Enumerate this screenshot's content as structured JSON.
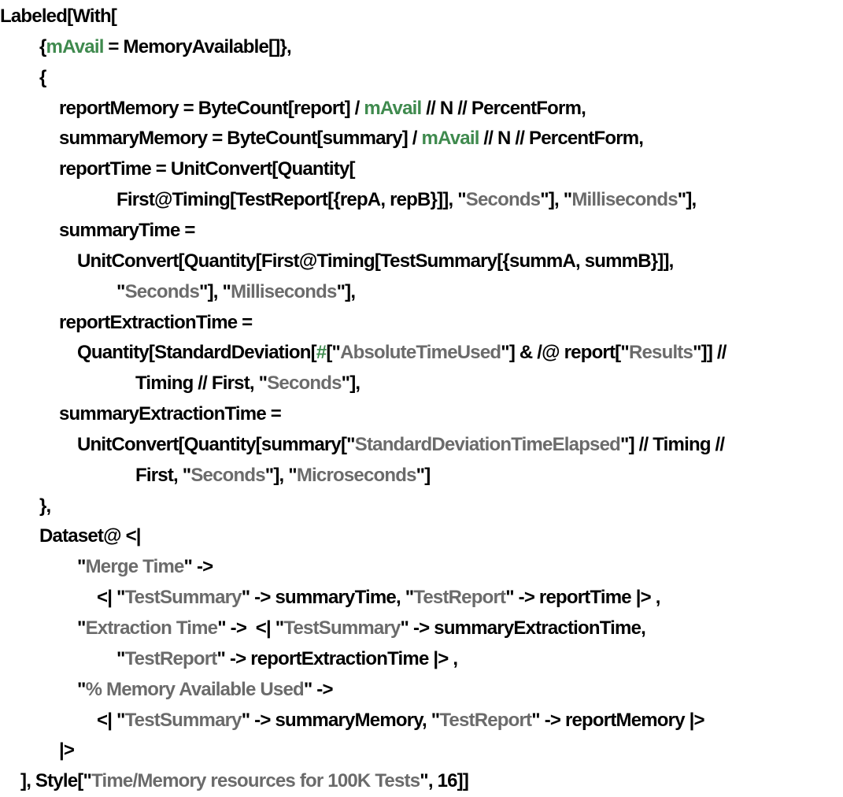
{
  "colors": {
    "local_variable": "#3f8a4e",
    "string": "#6b6b6b",
    "plain": "#000000"
  },
  "code_lines": [
    {
      "indent": 0,
      "segments": [
        {
          "t": "plain",
          "s": "Labeled[With["
        }
      ]
    },
    {
      "indent": 2,
      "segments": [
        {
          "t": "plain",
          "s": "{"
        },
        {
          "t": "green",
          "s": "mAvail"
        },
        {
          "t": "plain",
          "s": " = MemoryAvailable[]},"
        }
      ]
    },
    {
      "indent": 2,
      "segments": [
        {
          "t": "plain",
          "s": "{"
        }
      ]
    },
    {
      "indent": 3,
      "segments": [
        {
          "t": "plain",
          "s": "reportMemory = ByteCount[report] / "
        },
        {
          "t": "green",
          "s": "mAvail"
        },
        {
          "t": "plain",
          "s": " // N // PercentForm,"
        }
      ]
    },
    {
      "indent": 3,
      "segments": [
        {
          "t": "plain",
          "s": "summaryMemory = ByteCount[summary] / "
        },
        {
          "t": "green",
          "s": "mAvail"
        },
        {
          "t": "plain",
          "s": " // N // PercentForm,"
        }
      ]
    },
    {
      "indent": 3,
      "segments": [
        {
          "t": "plain",
          "s": "reportTime = UnitConvert[Quantity["
        }
      ]
    },
    {
      "indent": 6,
      "segments": [
        {
          "t": "plain",
          "s": "First@Timing[TestReport[{repA, repB}]], \""
        },
        {
          "t": "string",
          "s": "Seconds"
        },
        {
          "t": "plain",
          "s": "\"], \""
        },
        {
          "t": "string",
          "s": "Milliseconds"
        },
        {
          "t": "plain",
          "s": "\"],"
        }
      ]
    },
    {
      "indent": 3,
      "segments": [
        {
          "t": "plain",
          "s": "summaryTime ="
        }
      ]
    },
    {
      "indent": 4,
      "segments": [
        {
          "t": "plain",
          "s": "UnitConvert[Quantity[First@Timing[TestSummary[{summA, summB}]],"
        }
      ]
    },
    {
      "indent": 6,
      "segments": [
        {
          "t": "plain",
          "s": "\""
        },
        {
          "t": "string",
          "s": "Seconds"
        },
        {
          "t": "plain",
          "s": "\"], \""
        },
        {
          "t": "string",
          "s": "Milliseconds"
        },
        {
          "t": "plain",
          "s": "\"],"
        }
      ]
    },
    {
      "indent": 3,
      "segments": [
        {
          "t": "plain",
          "s": "reportExtractionTime ="
        }
      ]
    },
    {
      "indent": 4,
      "segments": [
        {
          "t": "plain",
          "s": "Quantity[StandardDeviation["
        },
        {
          "t": "green",
          "s": "#"
        },
        {
          "t": "plain",
          "s": "[\""
        },
        {
          "t": "string",
          "s": "AbsoluteTimeUsed"
        },
        {
          "t": "plain",
          "s": "\"] & /@ report[\""
        },
        {
          "t": "string",
          "s": "Results"
        },
        {
          "t": "plain",
          "s": "\"]] //"
        }
      ]
    },
    {
      "indent": 7,
      "segments": [
        {
          "t": "plain",
          "s": "Timing // First, \""
        },
        {
          "t": "string",
          "s": "Seconds"
        },
        {
          "t": "plain",
          "s": "\"],"
        }
      ]
    },
    {
      "indent": 3,
      "segments": [
        {
          "t": "plain",
          "s": "summaryExtractionTime ="
        }
      ]
    },
    {
      "indent": 4,
      "segments": [
        {
          "t": "plain",
          "s": "UnitConvert[Quantity[summary[\""
        },
        {
          "t": "string",
          "s": "StandardDeviationTimeElapsed"
        },
        {
          "t": "plain",
          "s": "\"] // Timing //"
        }
      ]
    },
    {
      "indent": 7,
      "segments": [
        {
          "t": "plain",
          "s": "First, \""
        },
        {
          "t": "string",
          "s": "Seconds"
        },
        {
          "t": "plain",
          "s": "\"], \""
        },
        {
          "t": "string",
          "s": "Microseconds"
        },
        {
          "t": "plain",
          "s": "\"]"
        }
      ]
    },
    {
      "indent": 2,
      "segments": [
        {
          "t": "plain",
          "s": "},"
        }
      ]
    },
    {
      "indent": 2,
      "segments": [
        {
          "t": "plain",
          "s": "Dataset@ <|"
        }
      ]
    },
    {
      "indent": 4,
      "segments": [
        {
          "t": "plain",
          "s": "\""
        },
        {
          "t": "string",
          "s": "Merge Time"
        },
        {
          "t": "plain",
          "s": "\" ->"
        }
      ]
    },
    {
      "indent": 5,
      "segments": [
        {
          "t": "plain",
          "s": "<| \""
        },
        {
          "t": "string",
          "s": "TestSummary"
        },
        {
          "t": "plain",
          "s": "\" -> summaryTime, \""
        },
        {
          "t": "string",
          "s": "TestReport"
        },
        {
          "t": "plain",
          "s": "\" -> reportTime |> ,"
        }
      ]
    },
    {
      "indent": 4,
      "segments": [
        {
          "t": "plain",
          "s": "\""
        },
        {
          "t": "string",
          "s": "Extraction Time"
        },
        {
          "t": "plain",
          "s": "\" ->  <| \""
        },
        {
          "t": "string",
          "s": "TestSummary"
        },
        {
          "t": "plain",
          "s": "\" -> summaryExtractionTime,"
        }
      ]
    },
    {
      "indent": 6,
      "segments": [
        {
          "t": "plain",
          "s": "\""
        },
        {
          "t": "string",
          "s": "TestReport"
        },
        {
          "t": "plain",
          "s": "\" -> reportExtractionTime |> ,"
        }
      ]
    },
    {
      "indent": 4,
      "segments": [
        {
          "t": "plain",
          "s": "\""
        },
        {
          "t": "string",
          "s": "% Memory Available Used"
        },
        {
          "t": "plain",
          "s": "\" ->"
        }
      ]
    },
    {
      "indent": 5,
      "segments": [
        {
          "t": "plain",
          "s": "<| \""
        },
        {
          "t": "string",
          "s": "TestSummary"
        },
        {
          "t": "plain",
          "s": "\" -> summaryMemory, \""
        },
        {
          "t": "string",
          "s": "TestReport"
        },
        {
          "t": "plain",
          "s": "\" -> reportMemory |>"
        }
      ]
    },
    {
      "indent": 3,
      "segments": [
        {
          "t": "plain",
          "s": "|>"
        }
      ]
    },
    {
      "indent": 1,
      "segments": [
        {
          "t": "plain",
          "s": "], Style[\""
        },
        {
          "t": "string",
          "s": "Time/Memory resources for 100K Tests"
        },
        {
          "t": "plain",
          "s": "\", 16]]"
        }
      ]
    }
  ]
}
